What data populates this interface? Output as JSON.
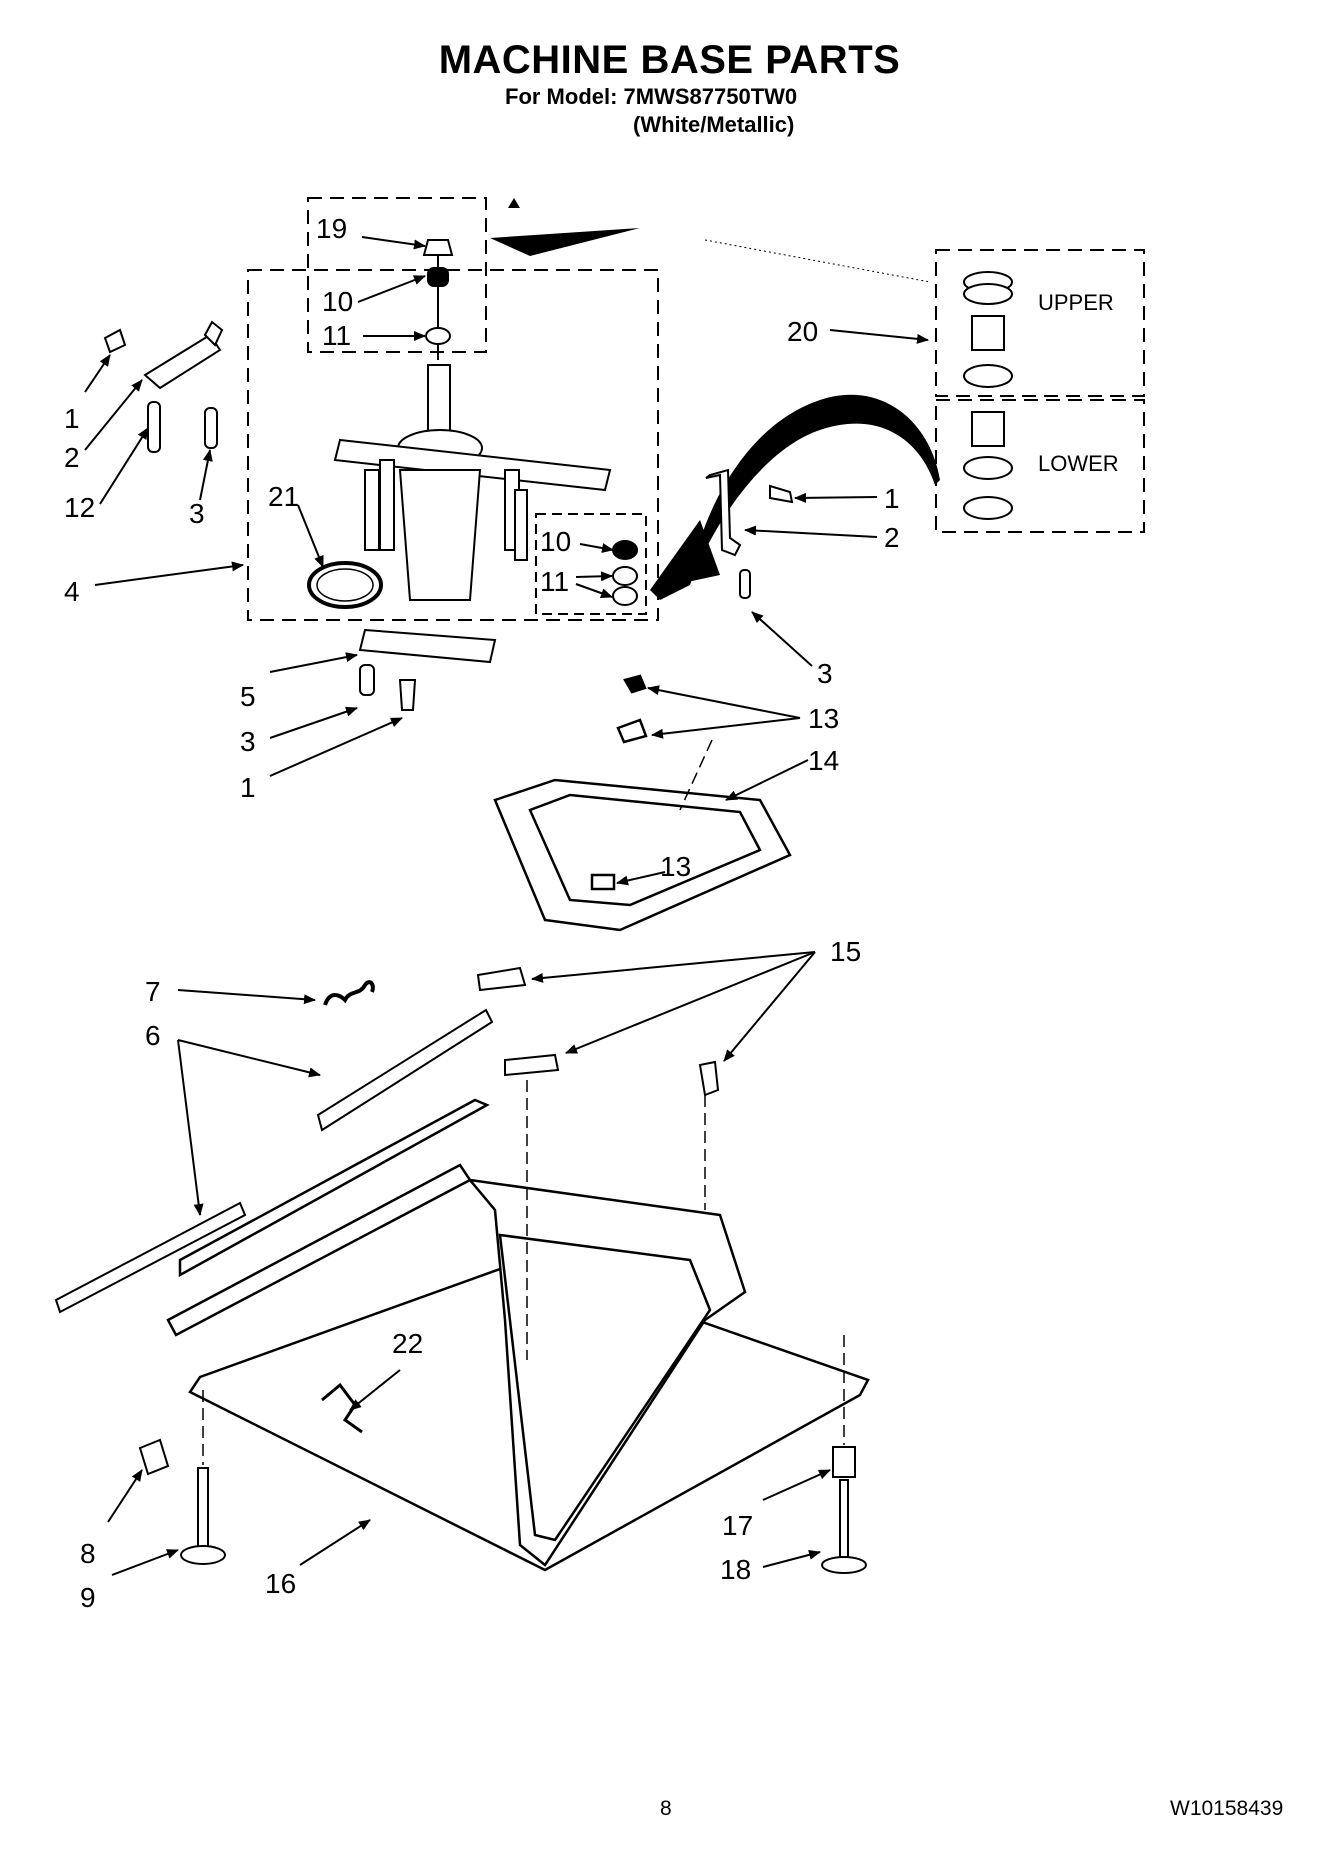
{
  "header": {
    "title": "MACHINE BASE PARTS",
    "model_line": "For Model: 7MWS87750TW0",
    "color_line": "(White/Metallic)"
  },
  "callouts": [
    {
      "id": "c19",
      "text": "19"
    },
    {
      "id": "c10a",
      "text": "10"
    },
    {
      "id": "c11a",
      "text": "11"
    },
    {
      "id": "c20",
      "text": "20"
    },
    {
      "id": "c1a",
      "text": "1"
    },
    {
      "id": "c2a",
      "text": "2"
    },
    {
      "id": "c12",
      "text": "12"
    },
    {
      "id": "c3a",
      "text": "3"
    },
    {
      "id": "c21",
      "text": "21"
    },
    {
      "id": "c4",
      "text": "4"
    },
    {
      "id": "c10b",
      "text": "10"
    },
    {
      "id": "c11b",
      "text": "11"
    },
    {
      "id": "c1b",
      "text": "1"
    },
    {
      "id": "c2b",
      "text": "2"
    },
    {
      "id": "c3b",
      "text": "3"
    },
    {
      "id": "c5",
      "text": "5"
    },
    {
      "id": "c3c",
      "text": "3"
    },
    {
      "id": "c1c",
      "text": "1"
    },
    {
      "id": "c13a",
      "text": "13"
    },
    {
      "id": "c14",
      "text": "14"
    },
    {
      "id": "c13b",
      "text": "13"
    },
    {
      "id": "c15",
      "text": "15"
    },
    {
      "id": "c7",
      "text": "7"
    },
    {
      "id": "c6",
      "text": "6"
    },
    {
      "id": "c22",
      "text": "22"
    },
    {
      "id": "c8",
      "text": "8"
    },
    {
      "id": "c9",
      "text": "9"
    },
    {
      "id": "c16",
      "text": "16"
    },
    {
      "id": "c17",
      "text": "17"
    },
    {
      "id": "c18",
      "text": "18"
    }
  ],
  "bearing_labels": {
    "upper": "UPPER",
    "lower": "LOWER"
  },
  "footer": {
    "page_number": "8",
    "doc_number": "W10158439"
  }
}
